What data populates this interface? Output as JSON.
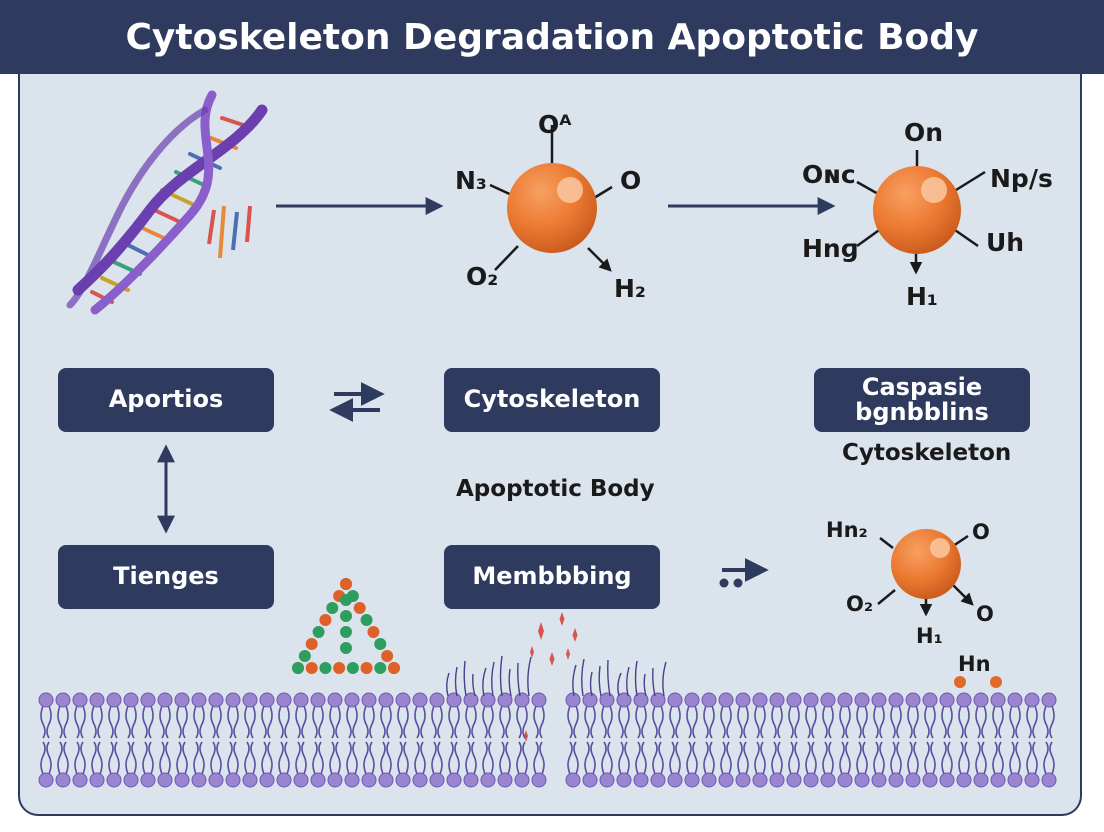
{
  "title": "Cytoskeleton Degradation Apoptotic Body",
  "boxes": {
    "aportios": "Aportios",
    "cytoskeleton": "Cytoskeleton",
    "caspase_line1": "Caspasie",
    "caspase_line2": "bgnbblins",
    "tienges": "Tienges",
    "membbbing": "Membbbing"
  },
  "labels": {
    "under_caspase": "Cytoskeleton",
    "apoptotic_body": "Apoptotic Body"
  },
  "molecule_1": {
    "top": "Oᴬ",
    "left": "N₃",
    "right": "O",
    "bottom_left": "O₂",
    "bottom_right": "H₂"
  },
  "molecule_2": {
    "top": "On",
    "left": "Oɴᴄ",
    "right": "Np/s",
    "left_lower": "Hnɡ",
    "right_lower": "Uh",
    "bottom": "H₁"
  },
  "molecule_3": {
    "top_left": "Hn₂",
    "right": "O",
    "left": "O₂",
    "bottom_right": "O",
    "bottom": "H₁",
    "extra": "Hn"
  },
  "colors": {
    "navy": "#2f3a5f",
    "panel": "#dbe3ec",
    "sphere": "#ec7a32",
    "dna_backbone": "#7a4fb8",
    "lipid_head": "#9a86d0"
  }
}
